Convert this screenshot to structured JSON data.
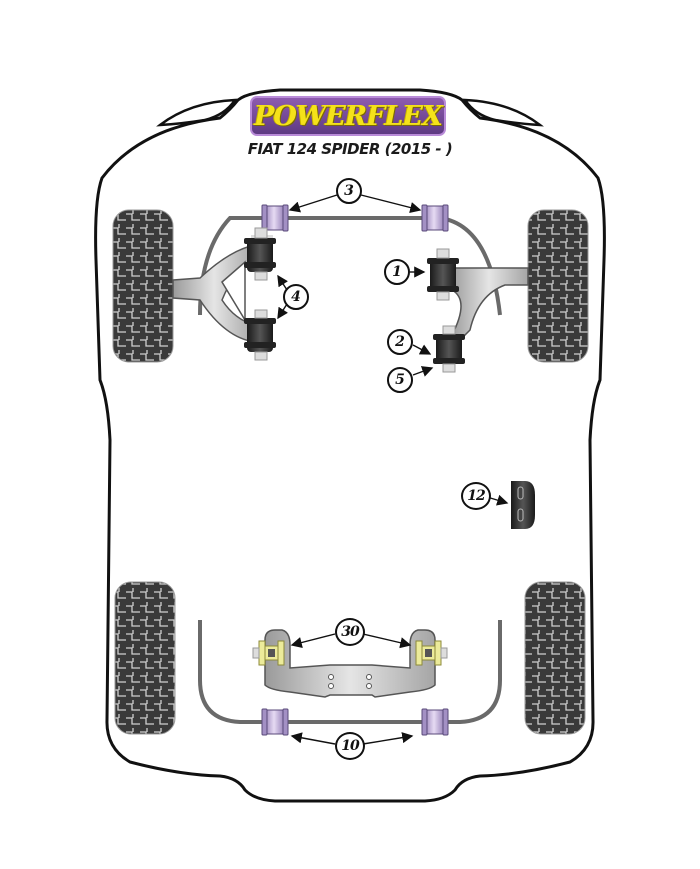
{
  "header": {
    "brand_logo_text": "POWERFLEX",
    "vehicle_title": "FIAT 124 SPIDER (2015 - )"
  },
  "colors": {
    "logo_purple": "#6b4190",
    "logo_yellow": "#f5e21a",
    "bush_purple": "#c9b3e3",
    "bush_black": "#2a2a2a",
    "bush_yellow": "#ecea9a",
    "tyre_dark": "#3a3a3a",
    "outline": "#111111",
    "arm_grey": "#b8b8b8"
  },
  "callouts": [
    {
      "id": "1",
      "label": "1",
      "location": "front right lower arm front bush"
    },
    {
      "id": "2",
      "label": "2",
      "location": "front right lower arm rear bush"
    },
    {
      "id": "3",
      "label": "3",
      "location": "front anti-roll bar bushes"
    },
    {
      "id": "4",
      "label": "4",
      "location": "front left upper arm bushes"
    },
    {
      "id": "5",
      "label": "5",
      "location": "front lower arm rear bush insert"
    },
    {
      "id": "10",
      "label": "10",
      "location": "rear anti-roll bar bushes"
    },
    {
      "id": "12",
      "label": "12",
      "location": "gearbox / transmission mount"
    },
    {
      "id": "30",
      "label": "30",
      "location": "rear subframe mounts"
    }
  ]
}
